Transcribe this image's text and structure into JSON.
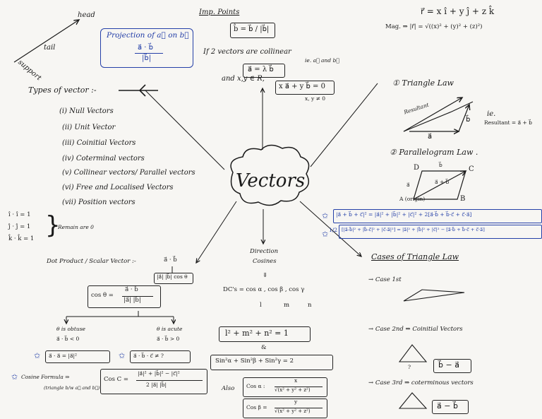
{
  "center": "Vectors",
  "top_left": {
    "head": "head",
    "tail": "tail",
    "support": "support"
  },
  "projection": {
    "title": "Projection of a⃗ on b⃗",
    "formula_num": "a⃗ · b⃗",
    "formula_den": "|b⃗|"
  },
  "imp_points": {
    "title": "Imp. Points",
    "unit": "b̂ = b⃗ / |b⃗|",
    "collinear": "If 2 vectors are collinear",
    "collinear_ie": "ie. a⃗ and b⃗",
    "lambda": "a⃗ = λ b⃗",
    "and_xy": "and x,y ∈ R,",
    "xy_eq": "x a⃗ + y b⃗ = 0",
    "xy_cond": "x, y ≠ 0"
  },
  "magnitude": {
    "vec": "r⃗ = x î + y ĵ + z k̂",
    "mag": "Mag. ⇒ |r⃗| = √((x)² + (y)² + (z)²)"
  },
  "types": {
    "title": "Types of vector :-",
    "items": [
      "(i) Null Vectors",
      "(ii) Unit Vector",
      "(iii) Coinitial Vectors",
      "(iv) Coterminal vectors",
      "(v) Collinear vectors/ Parallel vectors",
      "(vi) Free and Localised Vectors",
      "(vii) Position vectors"
    ]
  },
  "triangle_law": {
    "title": "① Triangle Law",
    "resultant": "Resultant",
    "a": "a⃗",
    "b": "b⃗",
    "ie": "ie.",
    "eq": "Resultant = a⃗ + b⃗"
  },
  "parallelogram_law": {
    "title": "② Parallelogram Law .",
    "A": "A (origin)",
    "B": "B",
    "C": "C",
    "D": "D",
    "diag": "a⃗ + b⃗",
    "a": "a⃗",
    "b": "b⃗"
  },
  "identities": {
    "one": "|a⃗ + b⃗ + c⃗|² = |a⃗|² + |b⃗|² + |c⃗|² + 2[a⃗·b⃗ + b⃗·c⃗ + c⃗·a⃗]",
    "two_frac": "1/2",
    "two": "[|a⃗-b⃗|² + |b⃗-c⃗|² + |c⃗-a⃗|²] = |a⃗|² + |b⃗|² + |c⃗|² − [a⃗·b⃗ + b⃗·c⃗ + c⃗·a⃗]"
  },
  "dot_unit": {
    "ii": "î · î = 1",
    "jj": "ĵ · ĵ = 1",
    "kk": "k̂ · k̂ = 1",
    "remain": "Remain are 0"
  },
  "dot_product": {
    "title": "Dot Product / Scalar Vector :-",
    "ab": "a⃗ · b⃗",
    "expand": "|a⃗| |b⃗| cos θ",
    "cos_lhs": "cos θ =",
    "cos_num": "a⃗ · b⃗",
    "cos_den": "|a⃗| |b⃗|",
    "obtuse": "θ is obtuse",
    "obtuse_c": "a⃗ · b⃗ < 0",
    "acute": "θ is acute",
    "acute_c": "a⃗ · b⃗ > 0",
    "aa": "a⃗ · a⃗ = |a⃗|²",
    "abc": "a⃗ · b⃗ · c⃗ ≠ ?",
    "cosine_label": "Cosine Formula ⇒",
    "cosine_sub": "(triangle b/w a⃗ and b⃗)",
    "cosine_lhs": "Cos C =",
    "cosine_num": "|a⃗|² + |b⃗|² − |c⃗|²",
    "cosine_den": "2 |a⃗| |b⃗|"
  },
  "direction": {
    "title": "Direction",
    "title2": "Cosines",
    "dcs": "DC's = cos α , cos β , cos γ",
    "l": "l",
    "m": "m",
    "n": "n",
    "eq1": "l² + m² + n² = 1",
    "and": "&",
    "eq2": "Sin²α + Sin²β + Sin²γ = 2",
    "also": "Also",
    "cosa_lhs": "Cos α :",
    "cosa_num": "x",
    "cosa_den": "√(x² + y² + z²)",
    "cosb_lhs": "Cos β =",
    "cosb_num": "y",
    "cosb_den": "√(x² + y² + z²)"
  },
  "cases": {
    "title": "Cases of Triangle Law",
    "case1": "→ Case 1st",
    "case2": "→ Case 2nd ⇒ Coinitial Vectors",
    "case2_res": "b⃗ − a⃗",
    "case3": "→ Case 3rd ⇒ coterminous vectors",
    "case3_res": "a⃗ − b⃗",
    "q": "?"
  }
}
